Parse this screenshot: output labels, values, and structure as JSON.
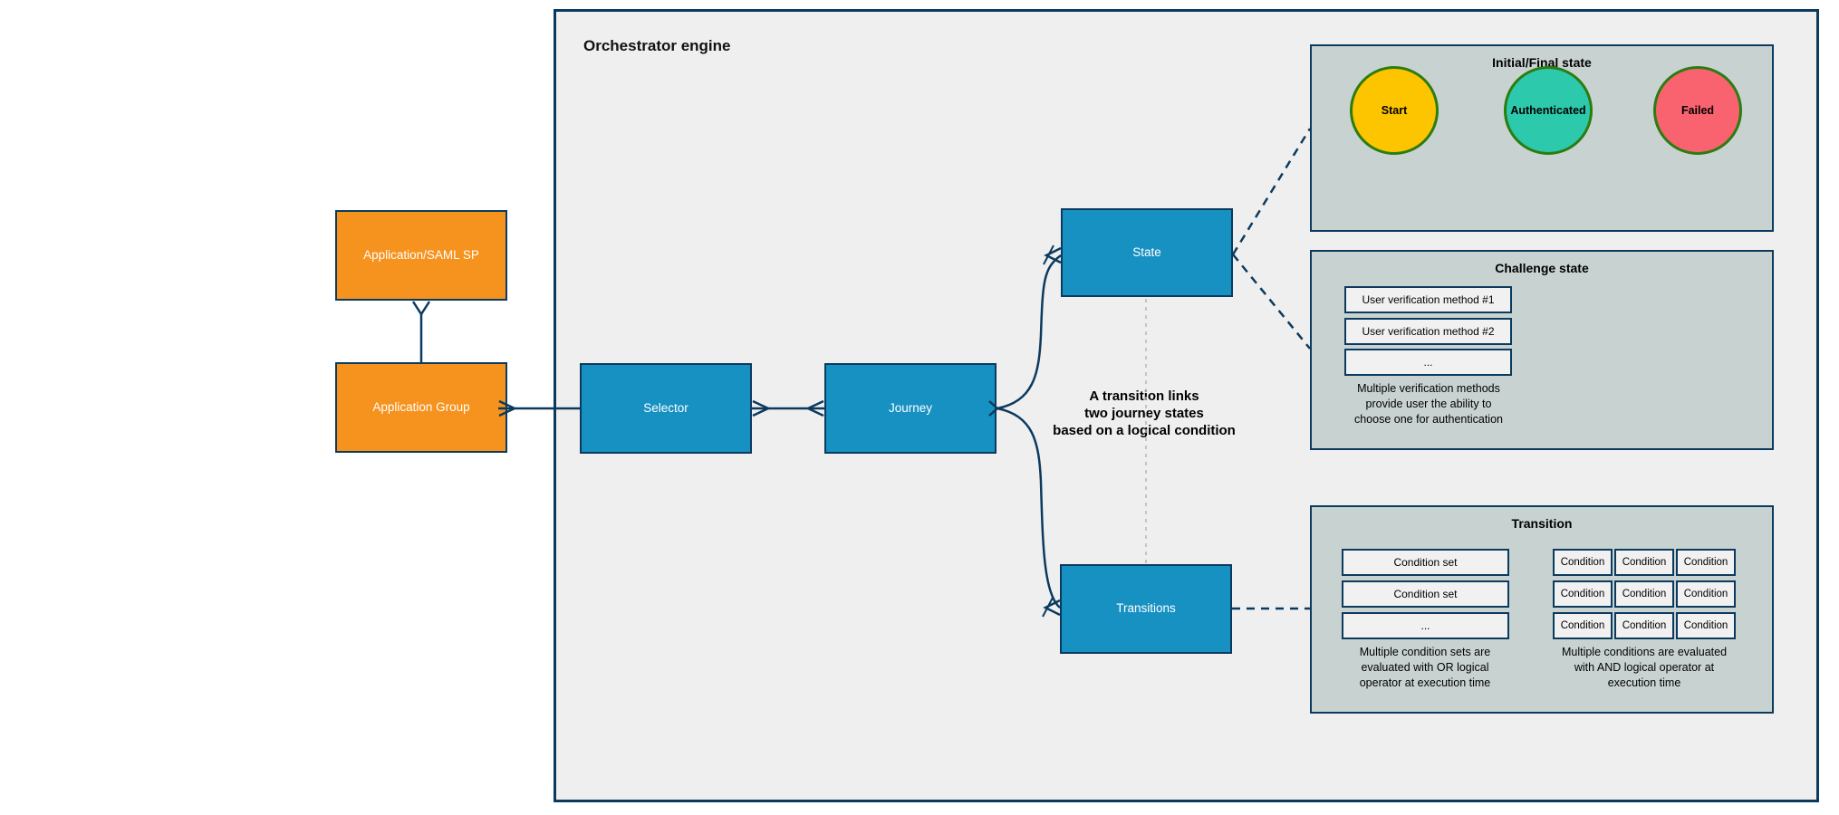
{
  "diagram": {
    "title": "Orchestrator engine",
    "annotation": [
      "A transition links",
      "two journey states",
      "based on a logical condition"
    ]
  },
  "nodes": {
    "app_saml": {
      "label": "Application/SAML SP"
    },
    "app_group": {
      "label": "Application Group"
    },
    "selector": {
      "label": "Selector"
    },
    "journey": {
      "label": "Journey"
    },
    "state": {
      "label": "State"
    },
    "transitions": {
      "label": "Transitions"
    }
  },
  "panels": {
    "initial_final": {
      "title": "Initial/Final state",
      "states": [
        {
          "label": "Start",
          "color": "#fdc400"
        },
        {
          "label": "Authenticated",
          "color": "#2cc9ac"
        },
        {
          "label": "Failed",
          "color": "#f8636f"
        }
      ]
    },
    "challenge": {
      "title": "Challenge state",
      "methods": [
        "User verification method #1",
        "User verification method #2",
        "..."
      ],
      "caption": [
        "Multiple verification methods",
        "provide user the ability to",
        "choose one for authentication"
      ]
    },
    "transition": {
      "title": "Transition",
      "condition_sets": [
        "Condition set",
        "Condition set",
        "..."
      ],
      "conditions": [
        [
          "Condition",
          "Condition",
          "Condition"
        ],
        [
          "Condition",
          "Condition",
          "Condition"
        ],
        [
          "Condition",
          "Condition",
          "Condition"
        ]
      ],
      "caption_or": [
        "Multiple condition sets are",
        "evaluated with OR logical",
        "operator at execution time"
      ],
      "caption_and": [
        "Multiple conditions are evaluated",
        "with AND logical operator at",
        "execution time"
      ]
    }
  },
  "colors": {
    "node_orange": "#f6921e",
    "node_blue": "#1791c1",
    "border_navy": "#0c3a5e",
    "engine_background": "#efeff0",
    "panel_background": "#c8d3d1",
    "circle_border_green": "#2c7c10",
    "start_yellow": "#fdc400",
    "authenticated_teal": "#2cc9ac",
    "failed_red": "#f8636f",
    "dashed_gray": "#b5b5b5"
  }
}
